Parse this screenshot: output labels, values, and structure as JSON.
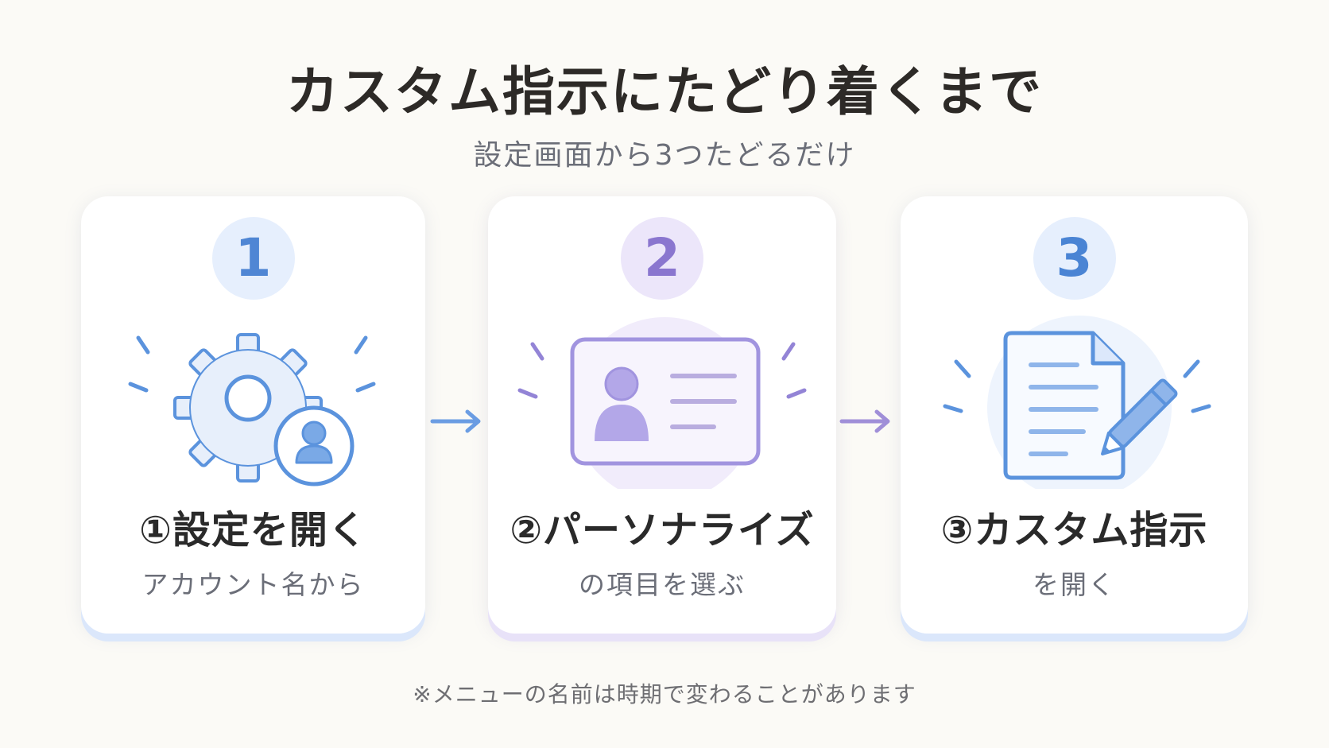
{
  "header": {
    "title": "カスタム指示にたどり着くまで",
    "subtitle": "設定画面から3つたどるだけ"
  },
  "steps": [
    {
      "number": "1",
      "title": "①設定を開く",
      "subtitle": "アカウント名から",
      "icon": "gear-with-user-icon"
    },
    {
      "number": "2",
      "title": "②パーソナライズ",
      "subtitle": "の項目を選ぶ",
      "icon": "profile-card-icon"
    },
    {
      "number": "3",
      "title": "③カスタム指示",
      "subtitle": "を開く",
      "icon": "document-pencil-icon"
    }
  ],
  "footnote": "※メニューの名前は時期で変わることがあります",
  "colors": {
    "blue_accent": "#4f86d4",
    "purple_accent": "#8a76cf",
    "card_background": "#ffffff",
    "page_background": "#fbfaf6"
  }
}
